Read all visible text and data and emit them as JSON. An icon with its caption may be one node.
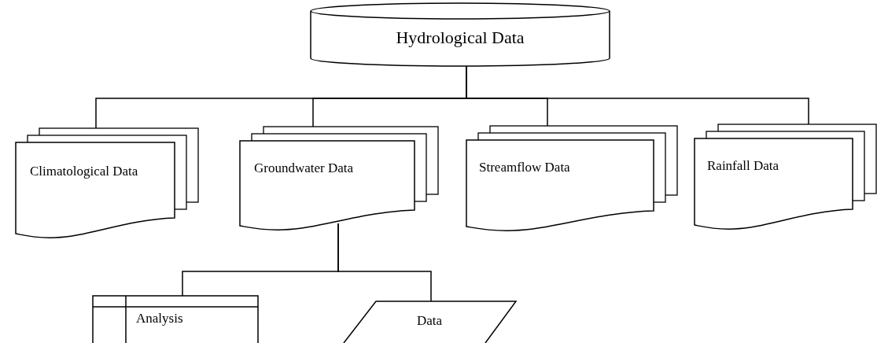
{
  "diagram": {
    "nodes": [
      {
        "text": [
          "Hydrological Data"
        ]
      },
      {
        "text": [
          "Climatological Data"
        ]
      },
      {
        "text": [
          "Groundwater Data"
        ]
      },
      {
        "text": [
          "Streamflow Data"
        ]
      },
      {
        "text": [
          "Rainfall Data"
        ]
      },
      {
        "text": [
          "Analysis"
        ]
      },
      {
        "text": [
          "Data"
        ]
      }
    ],
    "edges": [
      {
        "from": 0,
        "to": 1,
        "arrow": "none"
      },
      {
        "from": 0,
        "to": 2,
        "arrow": "none"
      },
      {
        "from": 0,
        "to": 3,
        "arrow": "none"
      },
      {
        "from": 0,
        "to": 4,
        "arrow": "none"
      },
      {
        "from": 2,
        "to": 5,
        "arrow": "none"
      },
      {
        "from": 2,
        "to": 6,
        "arrow": "none"
      }
    ]
  }
}
